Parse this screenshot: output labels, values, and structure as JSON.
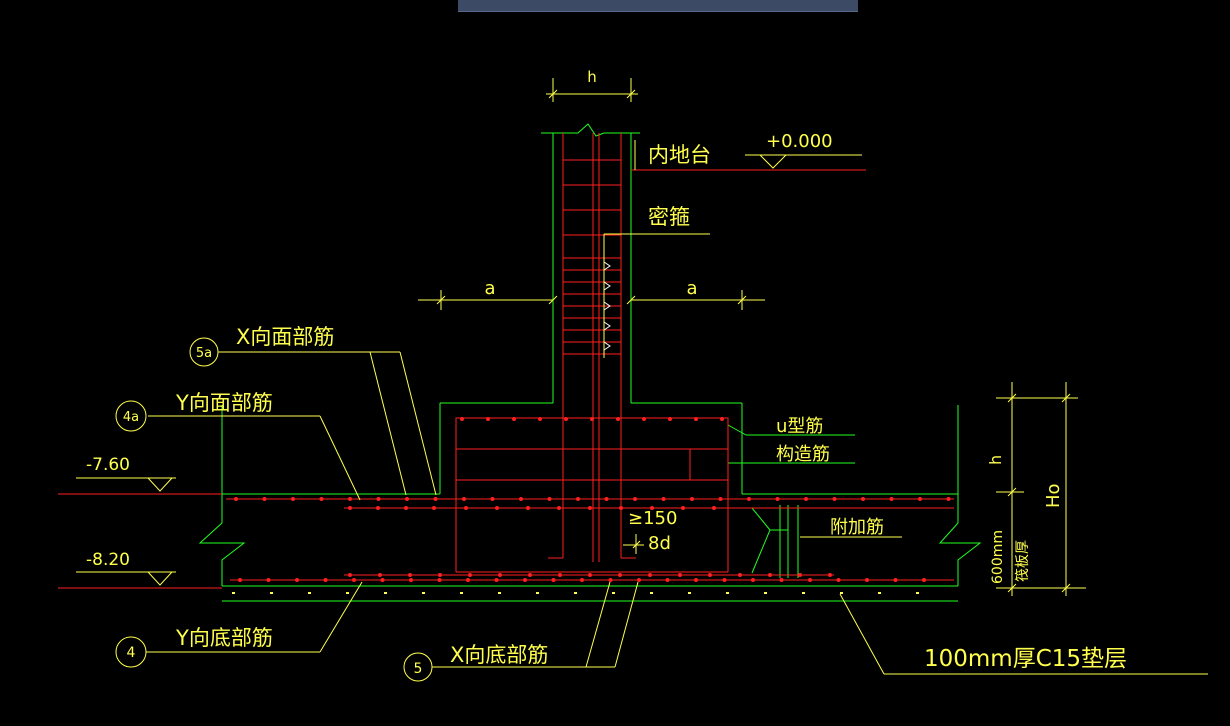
{
  "window": {
    "title_bar_color": "#3c4a66"
  },
  "colors": {
    "background": "#000000",
    "yellow": "#ffff4c",
    "red": "#ff2020",
    "green": "#20ff20",
    "white": "#ffffff"
  },
  "labels": {
    "dim_h_top": "h",
    "level_zero": "+0.000",
    "inner_ground": "内地台",
    "dense_stirrup": "密箍",
    "dim_a_left": "a",
    "dim_a_right": "a",
    "tag_5a": "5a",
    "x_top_rebar": "X向面部筋",
    "tag_4a": "4a",
    "y_top_rebar": "Y向面部筋",
    "level_760": "-7.60",
    "level_820": "-8.20",
    "u_rebar": "u型筋",
    "construct_rebar": "构造筋",
    "ge150": "≥150",
    "eight_d": "8d",
    "extra_rebar": "附加筋",
    "dim_h_right": "h",
    "dim_ho": "Ho",
    "dim_600": "600mm",
    "raft_thick": "筏板厚",
    "tag_4": "4",
    "y_bottom_rebar": "Y向底部筋",
    "tag_5": "5",
    "x_bottom_rebar": "X向底部筋",
    "cushion": "100mm厚C15垫层"
  }
}
